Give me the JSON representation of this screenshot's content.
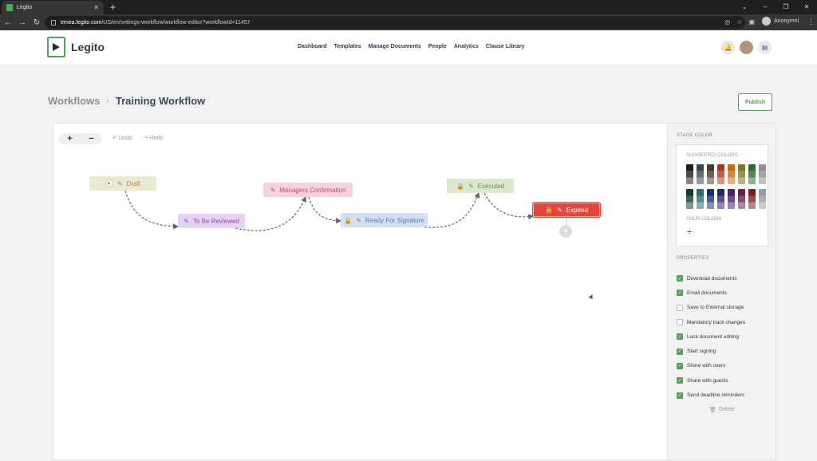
{
  "browser": {
    "tab_title": "Legito",
    "url_host": "emea.legito.com",
    "url_path": "/US/en/settings-workflow/workflow-editor?workflowId=11457",
    "profile_name": "Anonymní"
  },
  "app": {
    "brand": "Legito",
    "nav": [
      "Dashboard",
      "Templates",
      "Manage Documents",
      "People",
      "Analytics",
      "Clause Library"
    ]
  },
  "breadcrumb": {
    "parent": "Workflows",
    "current": "Training Workflow"
  },
  "publish_label": "Publish",
  "editor": {
    "zoom_in": "+",
    "zoom_out": "−",
    "undo": "Undo",
    "redo": "Redo",
    "nodes": {
      "draft": "Draft",
      "review": "To Be Reviewed",
      "managers": "Managers Confirmation",
      "ready": "Ready For Signature",
      "executed": "Executed",
      "expired": "Expired"
    }
  },
  "panel": {
    "stage_color": "STAGE COLOR",
    "suggested": "SUGGESTED COLORS",
    "your_colors": "YOUR COLORS",
    "add_color": "+",
    "properties_title": "PROPERTIES",
    "properties": [
      {
        "label": "Download documents",
        "checked": true
      },
      {
        "label": "Email documents",
        "checked": true
      },
      {
        "label": "Save to External storage",
        "checked": false
      },
      {
        "label": "Mandatory track changes",
        "checked": false
      },
      {
        "label": "Lock document editing",
        "checked": true
      },
      {
        "label": "Start signing",
        "checked": true
      },
      {
        "label": "Share with users",
        "checked": true
      },
      {
        "label": "Share with guests",
        "checked": true
      },
      {
        "label": "Send deadline reminders",
        "checked": true
      }
    ],
    "delete": "Delete",
    "swatch_colors": [
      "#1f1f1f",
      "#3b4453",
      "#4a3a2f",
      "#b7301f",
      "#c86a12",
      "#7d7a1e",
      "#2f6b2b",
      "#8e8e8e",
      "#0f3a2c",
      "#1c6f73",
      "#1a3170",
      "#26236e",
      "#4b1d6e",
      "#6e1c4a",
      "#7d1c1c",
      "#9b9b9b"
    ]
  }
}
